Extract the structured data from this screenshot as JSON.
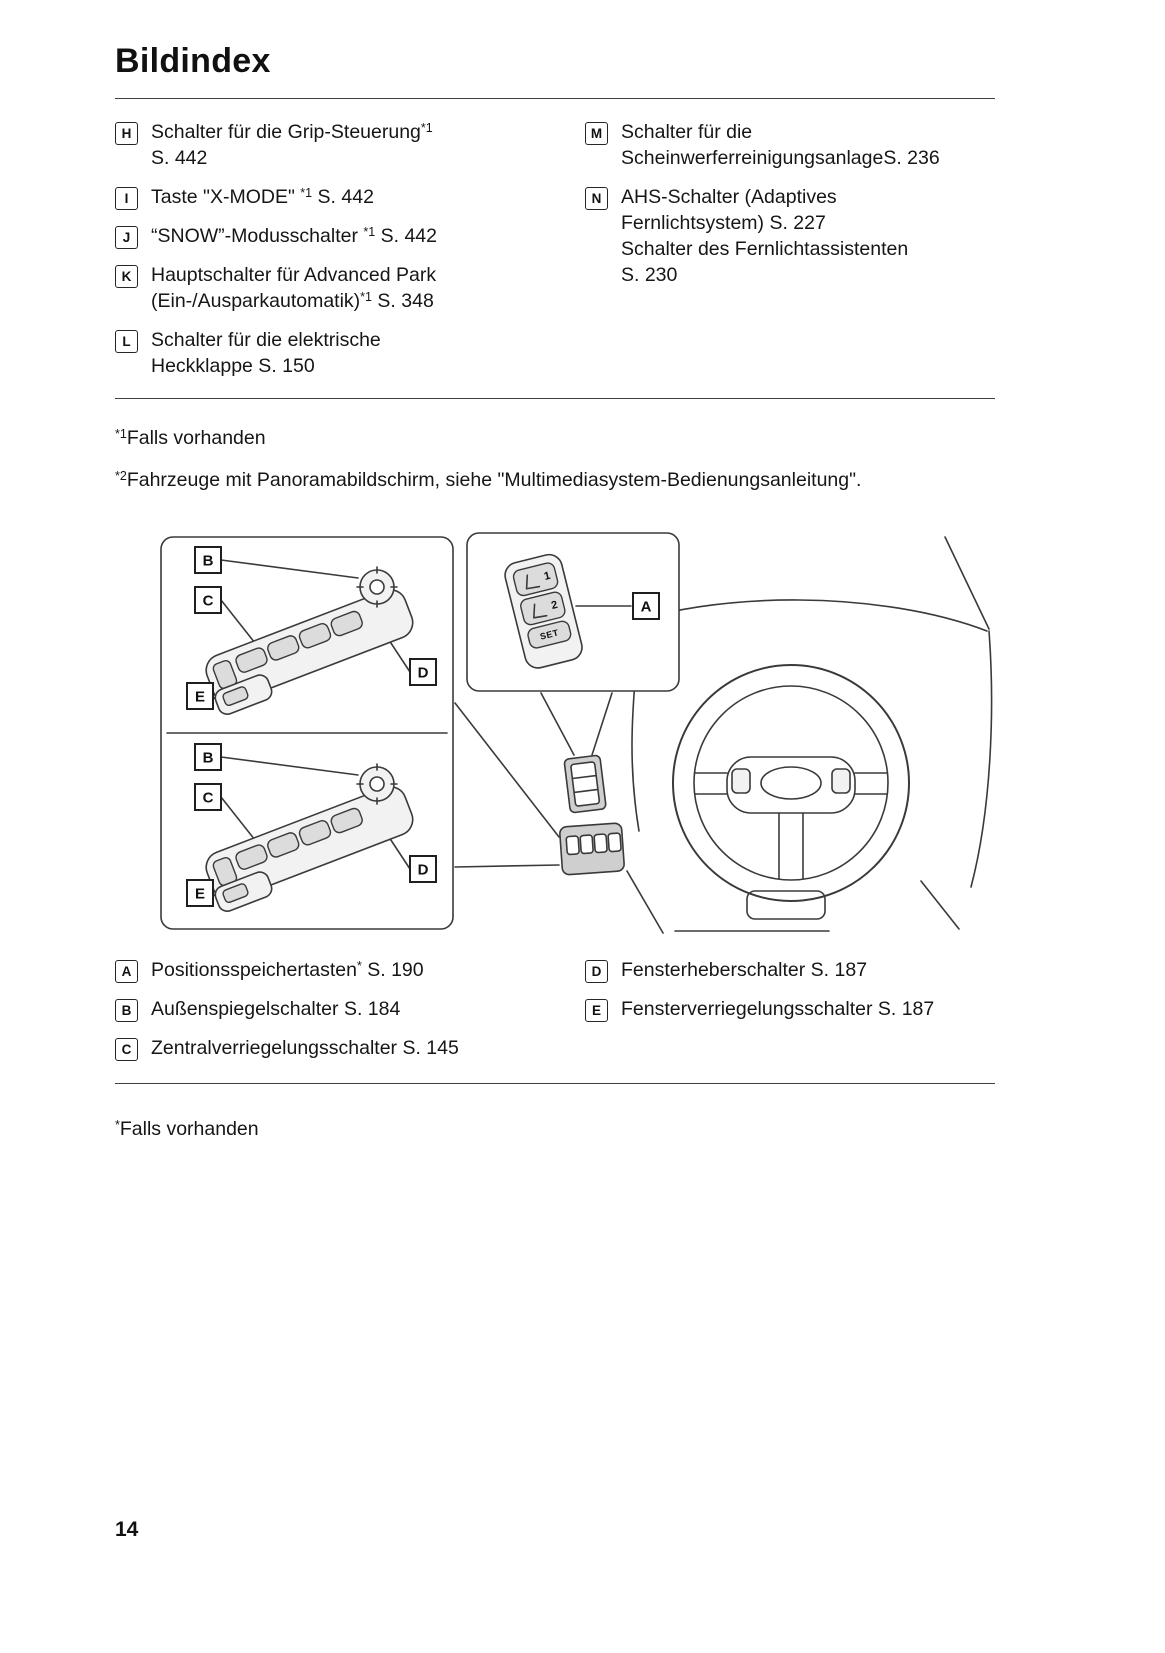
{
  "page": {
    "title": "Bildindex",
    "number": "14"
  },
  "index_top": {
    "left": [
      {
        "key": "H",
        "t1": "Schalter für die Grip-Steuerung",
        "s1": "*1",
        "t2": "S. 442"
      },
      {
        "key": "I",
        "t1": "Taste \"X-MODE\" ",
        "s1": "*1",
        "t2": " S. 442"
      },
      {
        "key": "J",
        "t1": "“SNOW”-Modusschalter ",
        "s1": "*1",
        "t2": " S. 442"
      },
      {
        "key": "K",
        "t1": "Hauptschalter für Advanced Park",
        "t2": "(Ein-/Ausparkautomatik)",
        "s1": "*1",
        "t3": " S. 348"
      },
      {
        "key": "L",
        "t1": "Schalter für die elektrische",
        "t2": "Heckklappe S. 150"
      }
    ],
    "right": [
      {
        "key": "M",
        "t1": "Schalter für die",
        "t2": "Scheinwerferreinigungsanlage",
        "t3": "S. 236"
      },
      {
        "key": "N",
        "t1": "AHS-Schalter (Adaptives",
        "t2": "Fernlichtsystem) S. 227",
        "t3": "Schalter des Fernlichtassistenten",
        "t4": "S. 230"
      }
    ]
  },
  "footnotes_top": [
    {
      "marker": "*1",
      "text": "Falls vorhanden"
    },
    {
      "marker": "*2",
      "text": "Fahrzeuge mit Panoramabildschirm, siehe \"Multimediasystem-Bedienungsanleitung\"."
    }
  ],
  "figure": {
    "labels": {
      "a": "A",
      "b": "B",
      "c": "C",
      "d": "D",
      "e": "E"
    },
    "seat": {
      "btn1": "1",
      "btn2": "2",
      "set": "SET"
    }
  },
  "index_bottom": {
    "left": [
      {
        "key": "A",
        "t1": "Positionsspeichertasten",
        "s1": "*",
        "t2": " S. 190"
      },
      {
        "key": "B",
        "t1": "Außenspiegelschalter S. 184"
      },
      {
        "key": "C",
        "t1": "Zentralverriegelungsschalter S. 145"
      }
    ],
    "right": [
      {
        "key": "D",
        "t1": "Fensterheberschalter S. 187"
      },
      {
        "key": "E",
        "t1": "Fensterverriegelungsschalter S. 187"
      }
    ]
  },
  "footnote_bottom": {
    "marker": "*",
    "text": "Falls vorhanden"
  }
}
